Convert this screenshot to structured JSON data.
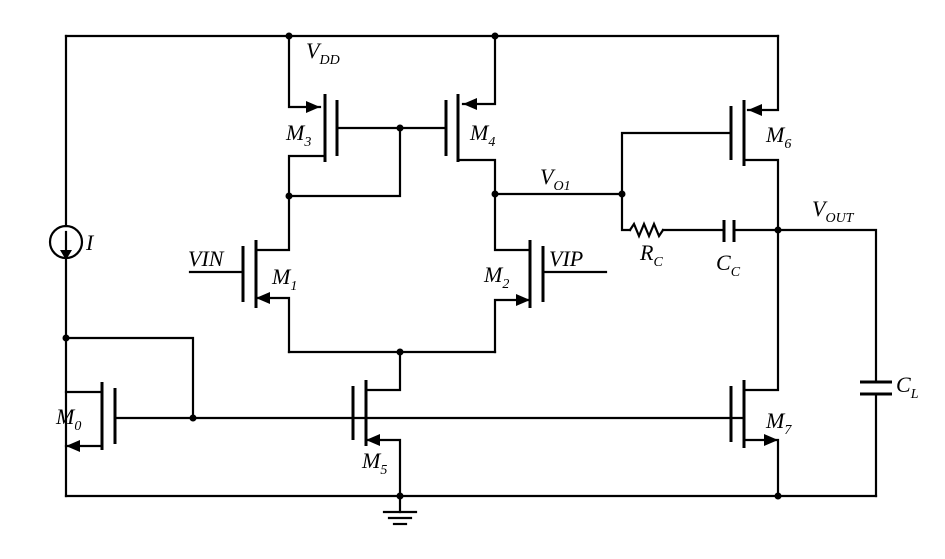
{
  "labels": {
    "vdd": "V",
    "vdd_sub": "DD",
    "vo1": "V",
    "vo1_sub": "O1",
    "vout": "V",
    "vout_sub": "OUT",
    "i": "I",
    "vin": "VIN",
    "vip": "VIP",
    "rc": "R",
    "rc_sub": "C",
    "cc": "C",
    "cc_sub": "C",
    "cl": "C",
    "cl_sub": "L",
    "m0": "M",
    "m0_sub": "0",
    "m1": "M",
    "m1_sub": "1",
    "m2": "M",
    "m2_sub": "2",
    "m3": "M",
    "m3_sub": "3",
    "m4": "M",
    "m4_sub": "4",
    "m5": "M",
    "m5_sub": "5",
    "m6": "M",
    "m6_sub": "6",
    "m7": "M",
    "m7_sub": "7"
  }
}
